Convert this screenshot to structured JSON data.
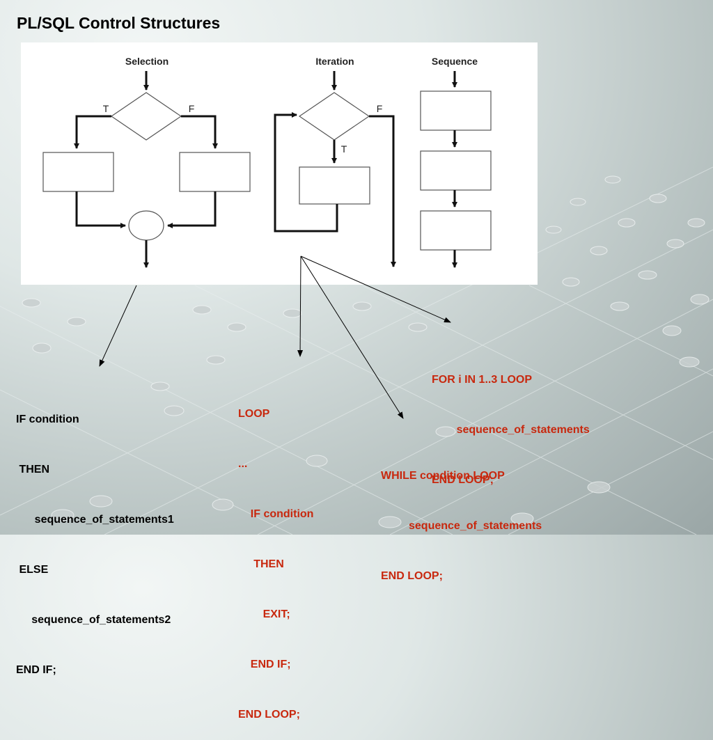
{
  "title": "PL/SQL Control Structures",
  "diagram": {
    "selection_label": "Selection",
    "iteration_label": "Iteration",
    "sequence_label": "Sequence",
    "selection_true": "T",
    "selection_false": "F",
    "iteration_false": "F",
    "iteration_true": "T"
  },
  "code_blocks": {
    "if_block": [
      "IF condition",
      " THEN",
      "      sequence_of_statements1",
      " ELSE",
      "     sequence_of_statements2",
      "END IF;"
    ],
    "loop_block": [
      "LOOP",
      "...",
      "    IF condition",
      "     THEN",
      "        EXIT;",
      "    END IF;",
      "END LOOP;"
    ],
    "for_block": [
      "FOR i IN 1..3 LOOP",
      "        sequence_of_statements",
      "END LOOP;"
    ],
    "while_block": [
      "WHILE condition LOOP",
      "         sequence_of_statements",
      "END LOOP;"
    ]
  },
  "colors": {
    "code_black": "#000000",
    "code_red": "#c8280e",
    "panel": "#ffffff"
  }
}
